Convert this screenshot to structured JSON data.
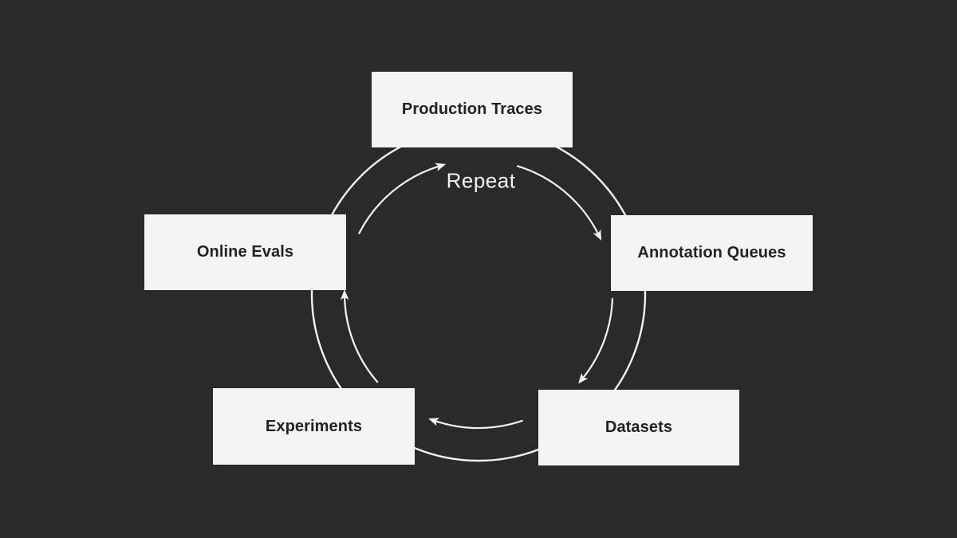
{
  "diagram": {
    "type": "cycle",
    "center_label": "Repeat",
    "nodes": [
      {
        "id": "production-traces",
        "label": "Production Traces"
      },
      {
        "id": "annotation-queues",
        "label": "Annotation Queues"
      },
      {
        "id": "datasets",
        "label": "Datasets"
      },
      {
        "id": "experiments",
        "label": "Experiments"
      },
      {
        "id": "online-evals",
        "label": "Online Evals"
      }
    ],
    "flow_order": [
      "Production Traces",
      "Annotation Queues",
      "Datasets",
      "Experiments",
      "Online Evals",
      "Repeat"
    ],
    "edges": [
      {
        "from": "Production Traces",
        "to": "Annotation Queues"
      },
      {
        "from": "Annotation Queues",
        "to": "Datasets"
      },
      {
        "from": "Datasets",
        "to": "Experiments"
      },
      {
        "from": "Experiments",
        "to": "Online Evals"
      },
      {
        "from": "Online Evals",
        "to": "Production Traces"
      }
    ],
    "colors": {
      "background": "#2a2a2a",
      "node_fill": "#f5f4f2",
      "node_text": "#222222",
      "arrow": "#f2f2f2"
    }
  }
}
